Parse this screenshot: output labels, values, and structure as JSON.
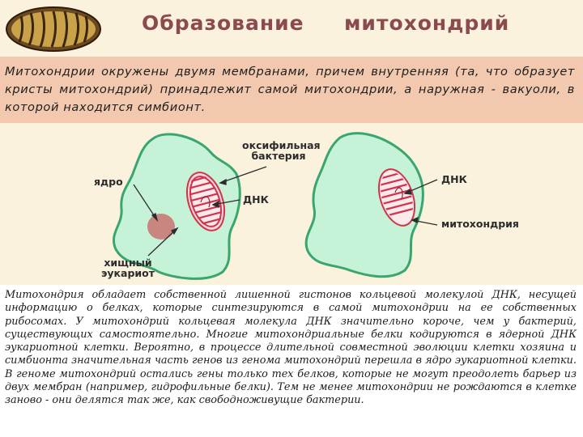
{
  "header": {
    "title_word_1": "Образование",
    "title_word_2": "митохондрий"
  },
  "intro_text": "Митохондрии окружены двумя мембранами, причем внутренняя (та, что образует кристы митохондрий) принадлежит самой митохондрии, а наружная - вакуоли, в которой находится симбионт.",
  "figure": {
    "labels": {
      "oxyphilic_bacterium": "оксифильная бактерия",
      "nucleus": "ядро",
      "dna_left": "ДНК",
      "predatory_eukaryote": "хищный эукариот",
      "dna_right": "ДНК",
      "mitochondrion": "митохондрия"
    },
    "colors": {
      "cell_fill": "#c6f2d8",
      "cell_stroke": "#3aa66e",
      "nucleus": "#c98680",
      "mito_outer": "#f6d8de",
      "mito_cristae": "#d0344a"
    }
  },
  "body_text": "Митохондрия обладает собственной лишенной гистонов кольцевой молекулой ДНК, несущей информацию о белках, которые синтезируются в самой митохондрии на ее собственных рибосомах. У митохондрий кольцевая молекула ДНК значительно короче, чем у бактерий, существующих самостоятельно. Многие митохондриальные белки кодируются в ядерной ДНК эукариотной клетки. Вероятно, в процессе длительной совместной эволюции клетки хозяина и симбионта значительная часть генов из генома митохондрий перешла в ядро эукариотной клетки. В геноме митохондрий остались гены только тех белков, которые не могут преодолеть барьер из двух мембран (например, гидрофильные белки). Тем не менее митохондрии не рождаются в клетке заново - они делятся так же, как свободноживущие бактерии."
}
